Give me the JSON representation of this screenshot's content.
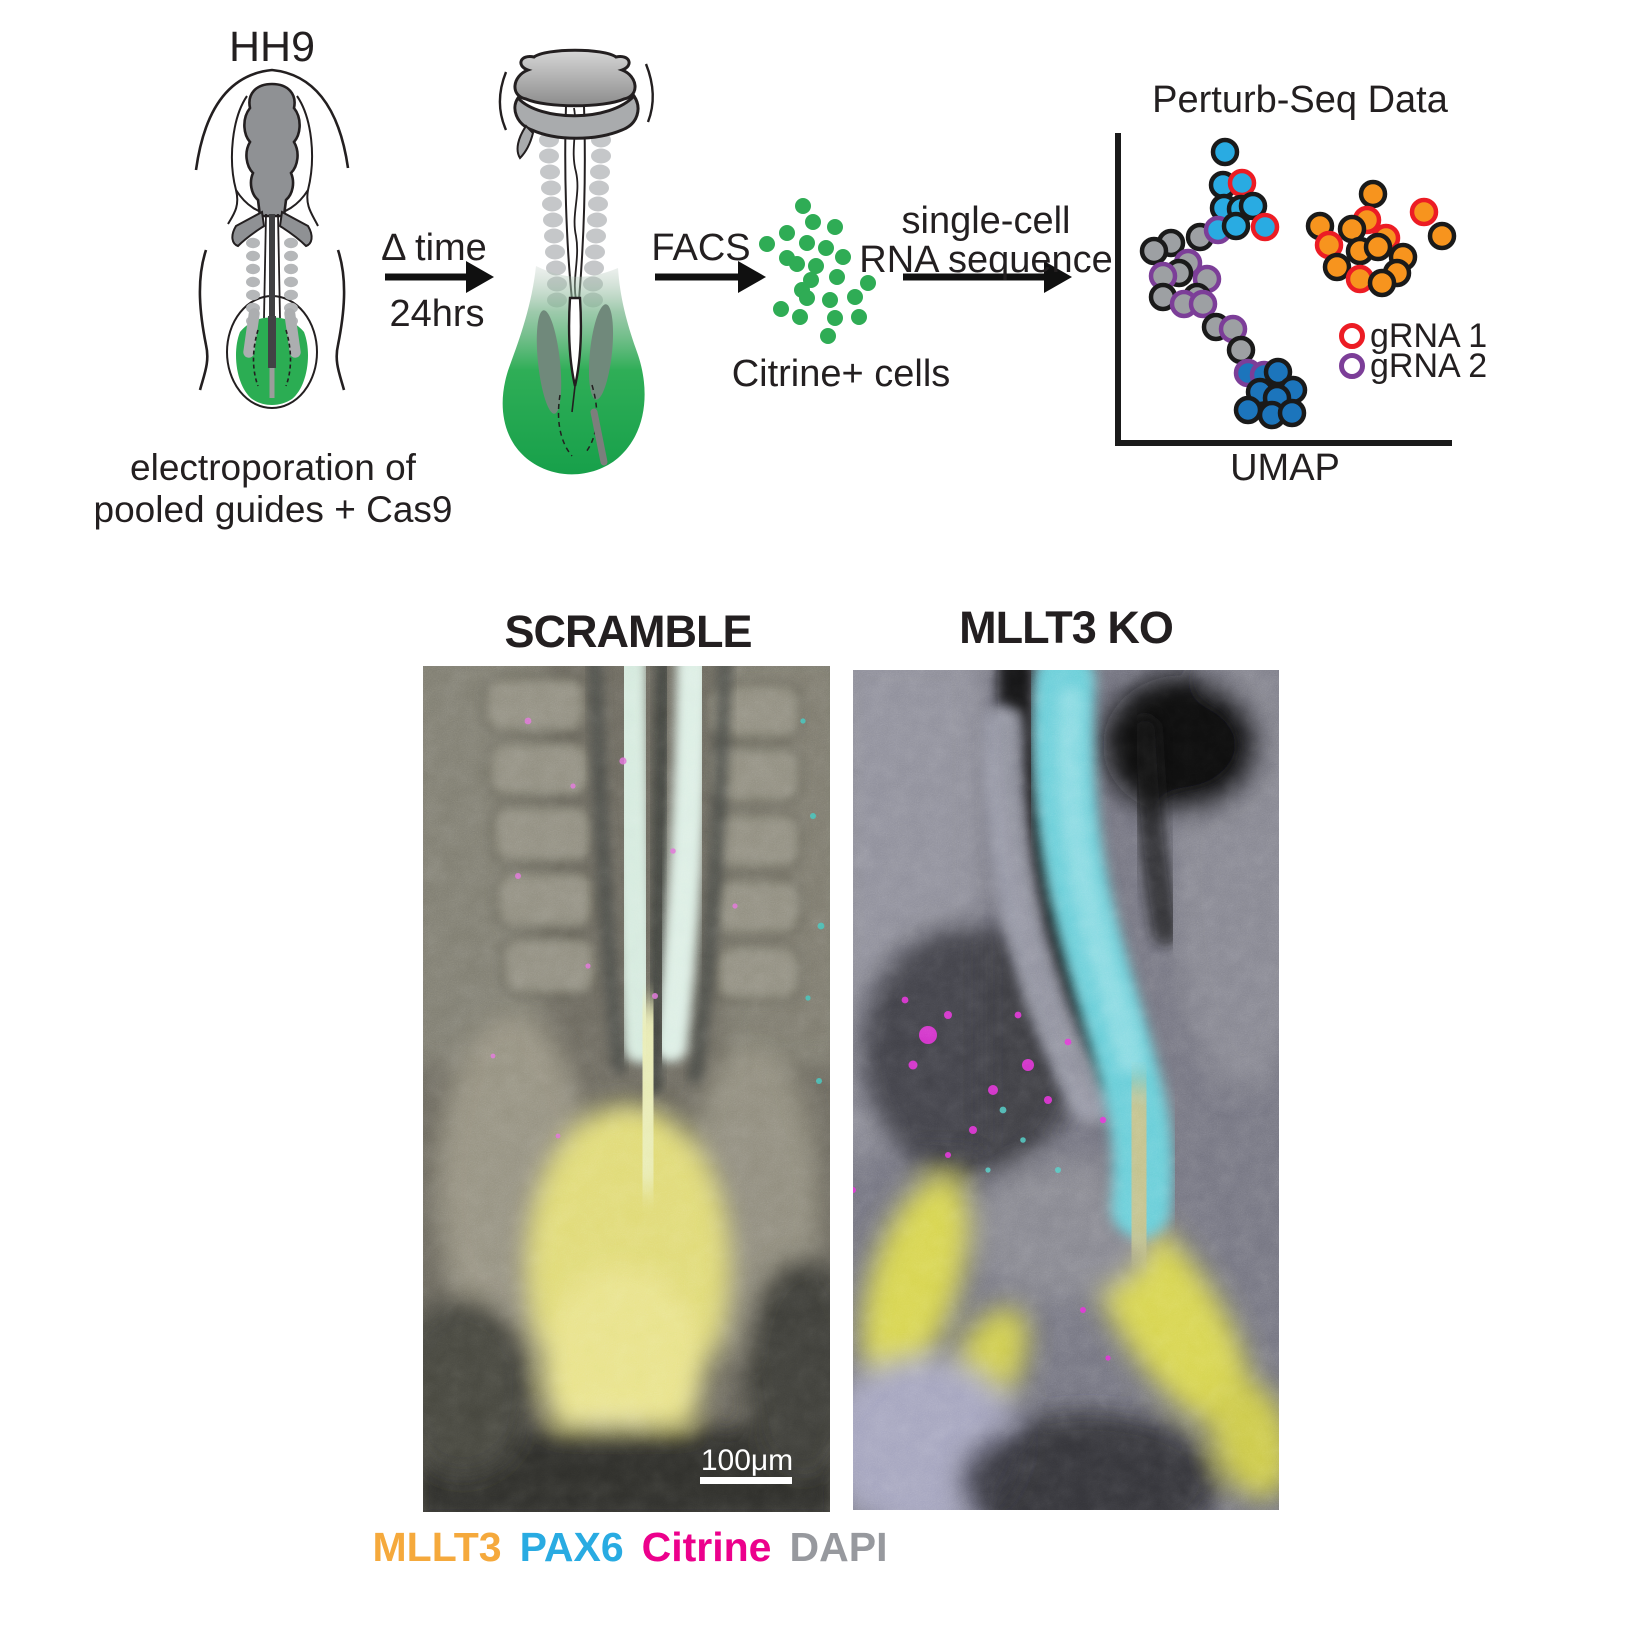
{
  "workflow": {
    "stage_label": "HH9",
    "caption_line1": "electroporation of",
    "caption_line2": "pooled guides + Cas9",
    "arrow1_top": "Δ time",
    "arrow1_bottom": "24hrs",
    "arrow2_label": "FACS",
    "arrow3_line1": "single-cell",
    "arrow3_line2": "RNA sequence",
    "cells_caption": "Citrine+ cells"
  },
  "citrine_cells": {
    "color": "#2FAC55",
    "dots": [
      [
        803,
        206
      ],
      [
        813,
        222
      ],
      [
        835,
        227
      ],
      [
        787,
        233
      ],
      [
        767,
        244
      ],
      [
        807,
        243
      ],
      [
        826,
        248
      ],
      [
        843,
        257
      ],
      [
        787,
        258
      ],
      [
        797,
        264
      ],
      [
        816,
        266
      ],
      [
        811,
        280
      ],
      [
        837,
        277
      ],
      [
        802,
        290
      ],
      [
        807,
        298
      ],
      [
        868,
        283
      ],
      [
        830,
        300
      ],
      [
        855,
        297
      ],
      [
        781,
        309
      ],
      [
        800,
        317
      ],
      [
        835,
        318
      ],
      [
        859,
        317
      ],
      [
        828,
        336
      ]
    ]
  },
  "chart_data": {
    "type": "scatter",
    "title": "Perturb-Seq Data",
    "xlabel": "UMAP",
    "note": "schematic UMAP of Perturb-Seq single cells; axes unlabeled",
    "legend_position": "lower-right inside plot",
    "legend": [
      {
        "label": "gRNA 1",
        "ring_color": "#EC1C24"
      },
      {
        "label": "gRNA 2",
        "ring_color": "#7C3E98"
      }
    ],
    "cluster_colors": {
      "lightblue": "#29ABE2",
      "gray": "#9DA0A3",
      "darkblue": "#1C75BC",
      "orange": "#F7941E"
    },
    "ring_colors": {
      "none": "#1A1A1A",
      "gRNA1": "#EC1C24",
      "gRNA2": "#7C3E98"
    },
    "points": [
      [
        1200,
        237,
        "gray",
        "none"
      ],
      [
        1171,
        243,
        "gray",
        "none"
      ],
      [
        1154,
        251,
        "gray",
        "none"
      ],
      [
        1188,
        263,
        "gray",
        "gRNA2"
      ],
      [
        1179,
        273,
        "gray",
        "none"
      ],
      [
        1163,
        276,
        "gray",
        "gRNA2"
      ],
      [
        1207,
        279,
        "gray",
        "gRNA2"
      ],
      [
        1163,
        297,
        "gray",
        "none"
      ],
      [
        1197,
        297,
        "gray",
        "none"
      ],
      [
        1184,
        304,
        "gray",
        "gRNA2"
      ],
      [
        1203,
        304,
        "gray",
        "gRNA2"
      ],
      [
        1216,
        327,
        "gray",
        "none"
      ],
      [
        1233,
        329,
        "gray",
        "gRNA2"
      ],
      [
        1241,
        350,
        "gray",
        "none"
      ],
      [
        1225,
        152,
        "lightblue",
        "none"
      ],
      [
        1223,
        185,
        "lightblue",
        "none"
      ],
      [
        1242,
        183,
        "lightblue",
        "gRNA1"
      ],
      [
        1224,
        208,
        "lightblue",
        "none"
      ],
      [
        1241,
        209,
        "lightblue",
        "none"
      ],
      [
        1253,
        206,
        "lightblue",
        "none"
      ],
      [
        1218,
        230,
        "lightblue",
        "gRNA2"
      ],
      [
        1236,
        226,
        "lightblue",
        "none"
      ],
      [
        1265,
        227,
        "lightblue",
        "gRNA1"
      ],
      [
        1248,
        373,
        "darkblue",
        "gRNA2"
      ],
      [
        1264,
        375,
        "darkblue",
        "gRNA2"
      ],
      [
        1278,
        372,
        "darkblue",
        "none"
      ],
      [
        1260,
        392,
        "darkblue",
        "none"
      ],
      [
        1293,
        390,
        "darkblue",
        "none"
      ],
      [
        1277,
        398,
        "darkblue",
        "none"
      ],
      [
        1248,
        410,
        "darkblue",
        "none"
      ],
      [
        1272,
        415,
        "darkblue",
        "none"
      ],
      [
        1292,
        413,
        "darkblue",
        "none"
      ],
      [
        1373,
        194,
        "orange",
        "none"
      ],
      [
        1320,
        226,
        "orange",
        "none"
      ],
      [
        1367,
        220,
        "orange",
        "gRNA1"
      ],
      [
        1352,
        229,
        "orange",
        "none"
      ],
      [
        1329,
        245,
        "orange",
        "gRNA1"
      ],
      [
        1386,
        238,
        "orange",
        "gRNA1"
      ],
      [
        1424,
        212,
        "orange",
        "gRNA1"
      ],
      [
        1442,
        236,
        "orange",
        "none"
      ],
      [
        1360,
        251,
        "orange",
        "none"
      ],
      [
        1378,
        247,
        "orange",
        "none"
      ],
      [
        1337,
        267,
        "orange",
        "none"
      ],
      [
        1403,
        257,
        "orange",
        "none"
      ],
      [
        1360,
        279,
        "orange",
        "gRNA1"
      ],
      [
        1397,
        273,
        "orange",
        "none"
      ],
      [
        1382,
        283,
        "orange",
        "none"
      ]
    ]
  },
  "panels": {
    "left_title": "SCRAMBLE",
    "right_title": "MLLT3 KO",
    "scalebar_label": "100μm"
  },
  "stain_legend": [
    {
      "label": "MLLT3",
      "color": "#F5A93C"
    },
    {
      "label": "PAX6",
      "color": "#29ABE2"
    },
    {
      "label": "Citrine",
      "color": "#EC008C"
    },
    {
      "label": "DAPI",
      "color": "#97999E"
    }
  ]
}
